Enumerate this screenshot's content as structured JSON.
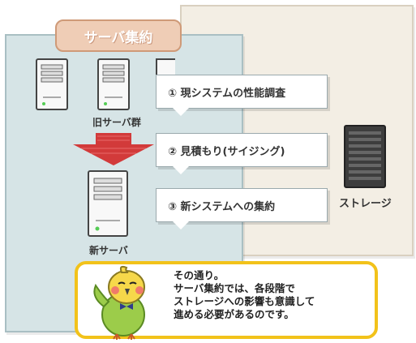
{
  "title": "サーバ集約",
  "old_servers_label": "旧サーバ群",
  "new_server_label": "新サーバ",
  "storage_label": "ストレージ",
  "steps": [
    "① 現システムの性能調査",
    "② 見積もり(サイジング)",
    "③ 新システムへの集約"
  ],
  "callout": {
    "lines": [
      "その通り。",
      "サーバ集約では、各段階で",
      "ストレージへの影響も意識して",
      "進める必要があるのです。"
    ]
  },
  "colors": {
    "server_panel": "#d6e4e6",
    "storage_panel": "#f3eee4",
    "title_tab": "#efcdb6",
    "arrow": "#d23a3a",
    "callout_border": "#f2c21a",
    "bird_body": "#9ccc4a",
    "bird_head": "#f6d84a"
  },
  "icons": [
    "server-icon",
    "storage-icon",
    "down-arrow-icon",
    "bird-mascot-icon"
  ]
}
